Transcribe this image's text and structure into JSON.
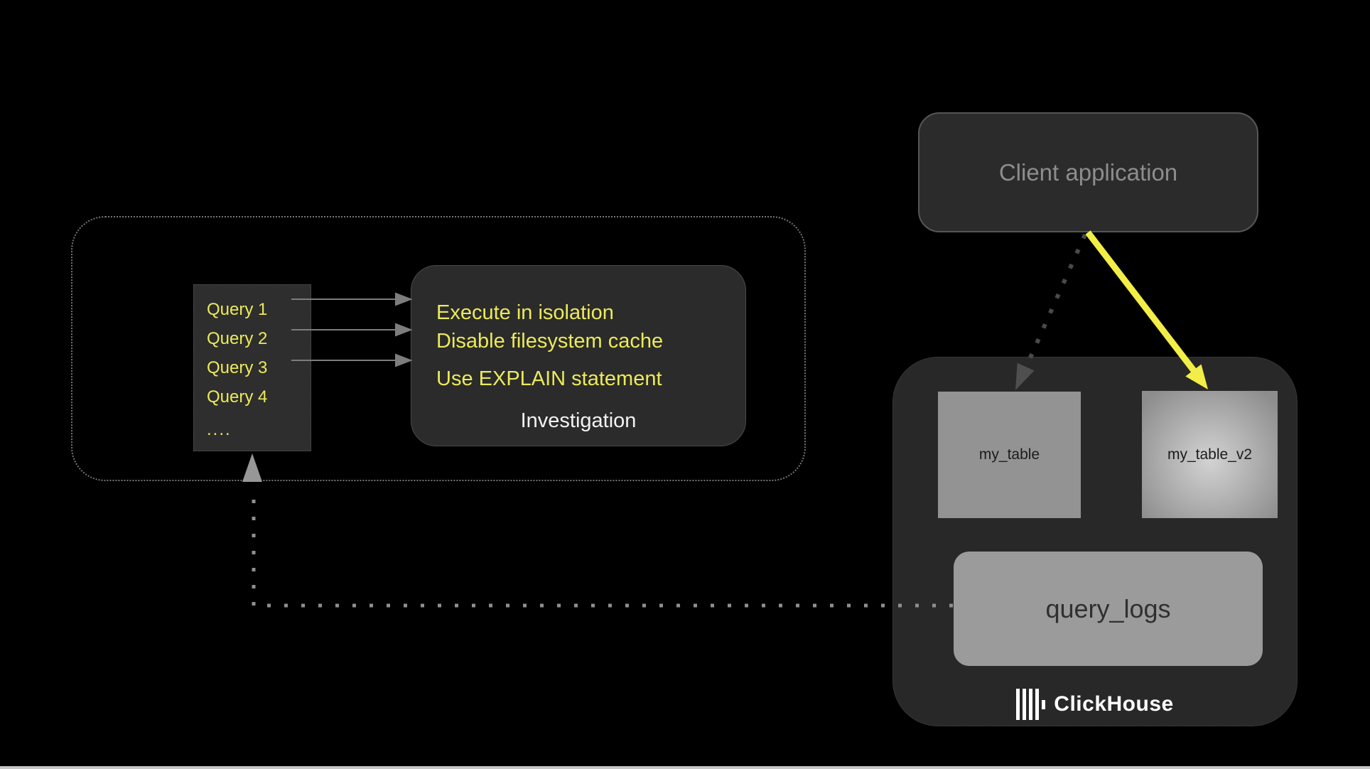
{
  "client_application": {
    "label": "Client application"
  },
  "investigation_group": {
    "queries": [
      "Query 1",
      "Query 2",
      "Query 3",
      "Query 4",
      "...."
    ],
    "tips": [
      "Execute in isolation",
      "Disable filesystem cache",
      "Use EXPLAIN statement"
    ],
    "label": "Investigation"
  },
  "clickhouse": {
    "table1": "my_table",
    "table2": "my_table_v2",
    "query_logs": "query_logs",
    "brand": "ClickHouse"
  },
  "colors": {
    "background": "#000000",
    "box_fill_dark": "#2b2b2b",
    "yellow_text": "#ecea5a",
    "yellow_arrow": "#f2ee47",
    "gray_table_fill": "#939393",
    "gray_text": "#8d8d8d",
    "dotted_border": "#757575",
    "white": "#ffffff"
  }
}
